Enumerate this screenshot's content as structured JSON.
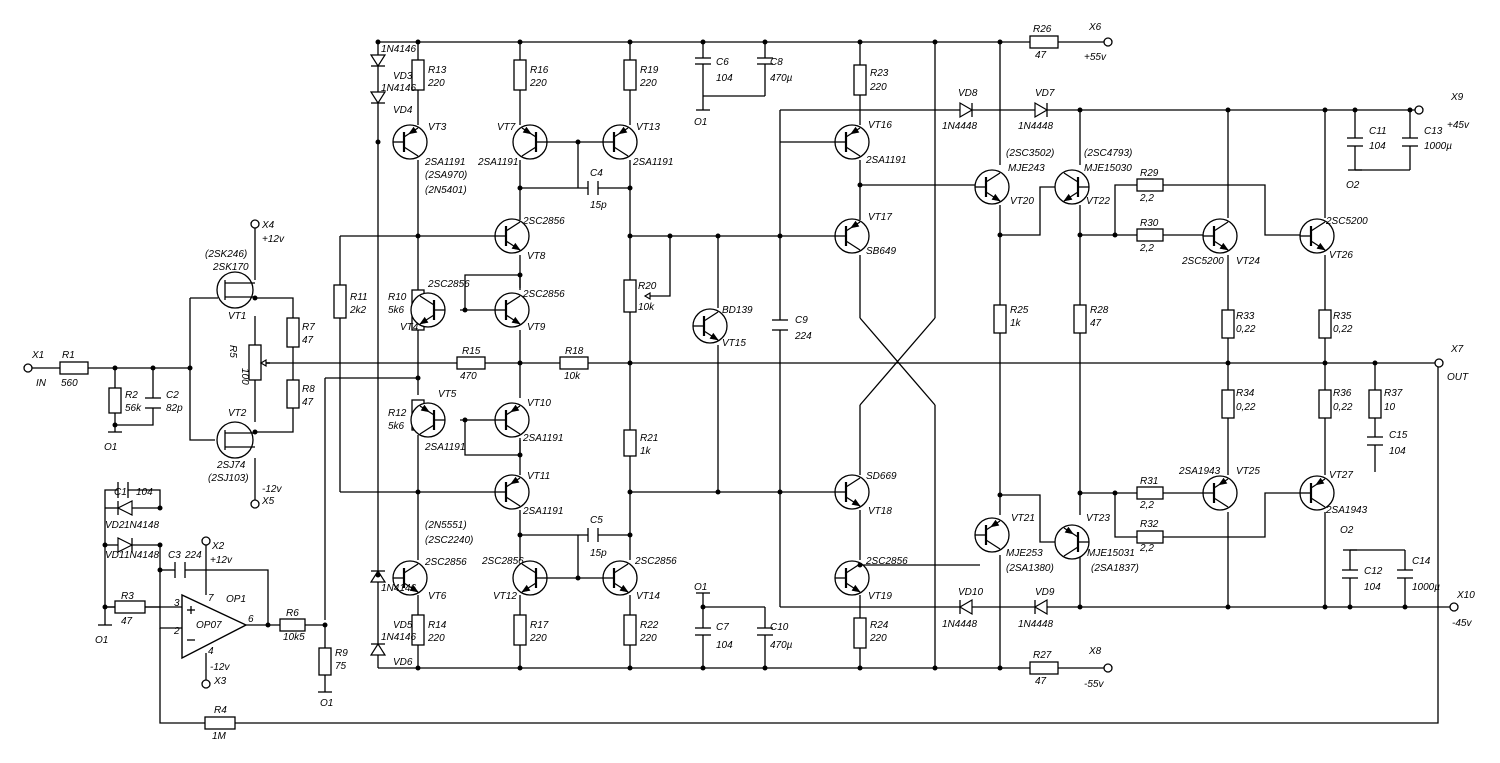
{
  "labels": {
    "X1": "X1",
    "IN": "IN",
    "R1": "R1",
    "R1v": "560",
    "R2": "R2",
    "R2v": "56k",
    "C2": "C2",
    "C2v": "82p",
    "O1a": "O1",
    "VT1_alt": "(2SK246)",
    "VT1_pn": "2SK170",
    "VT1": "VT1",
    "VT2": "VT2",
    "VT2_pn": "2SJ74",
    "VT2_alt": "(2SJ103)",
    "X4": "X4",
    "p12a": "+12v",
    "X5": "X5",
    "m12a": "-12v",
    "R7": "R7",
    "R7v": "47",
    "R8": "R8",
    "R8v": "47",
    "R5": "R5",
    "R5v": "100",
    "R11": "R11",
    "R11v": "2k2",
    "R10": "R10",
    "R10v": "5k6",
    "R12": "R12",
    "R12v": "5k6",
    "R15": "R15",
    "R15v": "470",
    "R18": "R18",
    "R18v": "10k",
    "VD3": "VD3",
    "VD4": "VD4",
    "VD5": "VD5",
    "VD6": "VD6",
    "n4146a": "1N4146",
    "n4146b": "1N4146",
    "n4146c": "1N4146",
    "n4146d": "1N4146",
    "R13": "R13",
    "R13v": "220",
    "VT3": "VT3",
    "VT3_pn": "2SA1191",
    "VT3_alt1": "(2SA970)",
    "VT3_alt2": "(2N5401)",
    "R16": "R16",
    "R16v": "220",
    "VT7": "VT7",
    "VT7_pn": "2SA1191",
    "R19": "R19",
    "R19v": "220",
    "VT13": "VT13",
    "VT13_pn": "2SA1191",
    "C4": "C4",
    "C4v": "15p",
    "VT8": "VT8",
    "VT8_pn": "2SC2856",
    "VT4": "VT4",
    "VT4_pn": "2SC2856",
    "VT9": "VT9",
    "VT9_pn": "2SC2856",
    "VT5": "VT5",
    "VT5_pn": "2SA1191",
    "VT10": "VT10",
    "VT10_pn": "2SA1191",
    "VT11": "VT11",
    "VT11_pn": "2SA1191",
    "VT6_alt1": "(2N5551)",
    "VT6_alt2": "(2SC2240)",
    "VT6_pn": "2SC2856",
    "VT6": "VT6",
    "R14": "R14",
    "R14v": "220",
    "R17": "R17",
    "R17v": "220",
    "R22": "R22",
    "R22v": "220",
    "VT12": "VT12",
    "VT12_pn": "2SC2856",
    "VT14": "VT14",
    "VT14_pn": "2SC2856",
    "C5": "C5",
    "C5v": "15p",
    "R20": "R20",
    "R20v": "10k",
    "R21": "R21",
    "R21v": "1k",
    "VT15": "VT15",
    "VT15_pn": "BD139",
    "C9": "C9",
    "C9v": "224",
    "C6": "C6",
    "C6v": "104",
    "C8": "C8",
    "C8v": "470µ",
    "O1b": "O1",
    "C7": "C7",
    "C7v": "104",
    "C10": "C10",
    "C10v": "470µ",
    "O1c": "O1",
    "R23": "R23",
    "R23v": "220",
    "VT16": "VT16",
    "VT16_pn": "2SA1191",
    "VT17": "VT17",
    "VT17_pn": "SB649",
    "VT18": "VT18",
    "VT18_pn": "SD669",
    "VT19": "VT19",
    "VT19_pn": "2SC2856",
    "R24": "R24",
    "R24v": "220",
    "R26": "R26",
    "R26v": "47",
    "X6": "X6",
    "p55": "+55v",
    "R27": "R27",
    "R27v": "47",
    "X8": "X8",
    "m55": "-55v",
    "VD8": "VD8",
    "VD8v": "1N4448",
    "VD7": "VD7",
    "VD7v": "1N4448",
    "VD10": "VD10",
    "VD10v": "1N4448",
    "VD9": "VD9",
    "VD9v": "1N4448",
    "VT20_alt": "(2SC3502)",
    "VT20_pn": "MJE243",
    "VT20": "VT20",
    "VT22_alt": "(2SC4793)",
    "VT22_pn": "MJE15030",
    "VT22": "VT22",
    "VT21": "VT21",
    "VT21_pn": "MJE253",
    "VT21_alt": "(2SA1380)",
    "VT23": "VT23",
    "VT23_pn": "MJE15031",
    "VT23_alt": "(2SA1837)",
    "R25": "R25",
    "R25v": "1k",
    "R28": "R28",
    "R28v": "47",
    "R29": "R29",
    "R29v": "2,2",
    "R30": "R30",
    "R30v": "2,2",
    "R31": "R31",
    "R31v": "2,2",
    "R32": "R32",
    "R32v": "2,2",
    "VT24": "VT24",
    "VT24_pn": "2SC5200",
    "VT26": "VT26",
    "VT26_pn": "2SC5200",
    "VT25": "VT25",
    "VT25_pn": "2SA1943",
    "VT27": "VT27",
    "VT27_pn": "2SA1943",
    "R33": "R33",
    "R33v": "0,22",
    "R34": "R34",
    "R34v": "0,22",
    "R35": "R35",
    "R35v": "0,22",
    "R36": "R36",
    "R36v": "0,22",
    "R37": "R37",
    "R37v": "10",
    "C15": "C15",
    "C15v": "104",
    "X9": "X9",
    "p45": "+45v",
    "C11": "C11",
    "C11v": "104",
    "C13": "C13",
    "C13v": "1000µ",
    "O2a": "O2",
    "X7": "X7",
    "OUT": "OUT",
    "O2b": "O2",
    "C12": "C12",
    "C12v": "104",
    "C14": "C14",
    "C14v": "1000µ",
    "X10": "X10",
    "m45": "-45v",
    "C1": "C1",
    "C1v": "104",
    "VD2": "VD2",
    "VD2v": "1N4148",
    "VD1": "VD1",
    "VD1v": "1N4148",
    "C3": "C3",
    "C3v": "224",
    "X2": "X2",
    "p12b": "+12v",
    "R3": "R3",
    "R3v": "47",
    "O1d": "O1",
    "OP1": "OP1",
    "OP07": "OP07",
    "pin3": "3",
    "pin2": "2",
    "pin7": "7",
    "pin4": "4",
    "pin6": "6",
    "m12b": "-12v",
    "X3": "X3",
    "R6": "R6",
    "R6v": "10k5",
    "R9": "R9",
    "R9v": "75",
    "O1e": "O1",
    "R4": "R4",
    "R4v": "1M"
  }
}
